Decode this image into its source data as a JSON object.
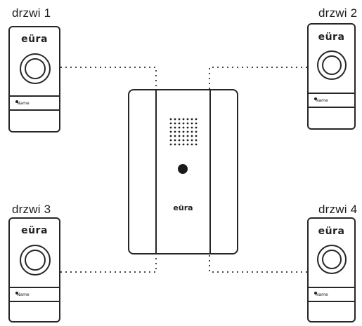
{
  "doors": [
    {
      "label": "drzwi 1",
      "brand": "eüra",
      "nameplate": "Name"
    },
    {
      "label": "drzwi 2",
      "brand": "eüra",
      "nameplate": "Name"
    },
    {
      "label": "drzwi 3",
      "brand": "eüra",
      "nameplate": "Name"
    },
    {
      "label": "drzwi 4",
      "brand": "eüra",
      "nameplate": "Name"
    }
  ],
  "chime": {
    "brand": "eüra"
  }
}
